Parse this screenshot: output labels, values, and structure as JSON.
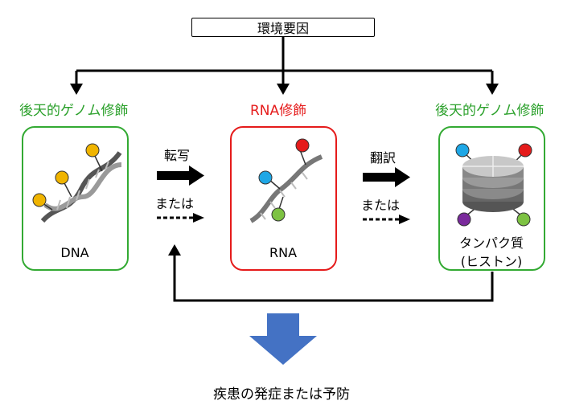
{
  "environment_label": "環境要因",
  "left_modification": "後天的ゲノム修飾",
  "center_modification": "RNA修飾",
  "right_modification": "後天的ゲノム修飾",
  "dna_label": "DNA",
  "rna_label": "RNA",
  "protein_label_line1": "タンパク質",
  "protein_label_line2": "(ヒストン)",
  "transcription_label": "転写",
  "transcription_or_label": "または",
  "translation_label": "翻訳",
  "translation_or_label": "または",
  "outcome_label": "疾患の発症または予防",
  "colors": {
    "green": "#33aa33",
    "red": "#e51b1b",
    "blue_arrow": "#4472c4",
    "yellow_marker": "#f0b400",
    "cyan_marker": "#1ea7e6",
    "red_marker": "#e51b1b",
    "green_marker": "#7dc242",
    "purple_marker": "#7a2a9c"
  }
}
